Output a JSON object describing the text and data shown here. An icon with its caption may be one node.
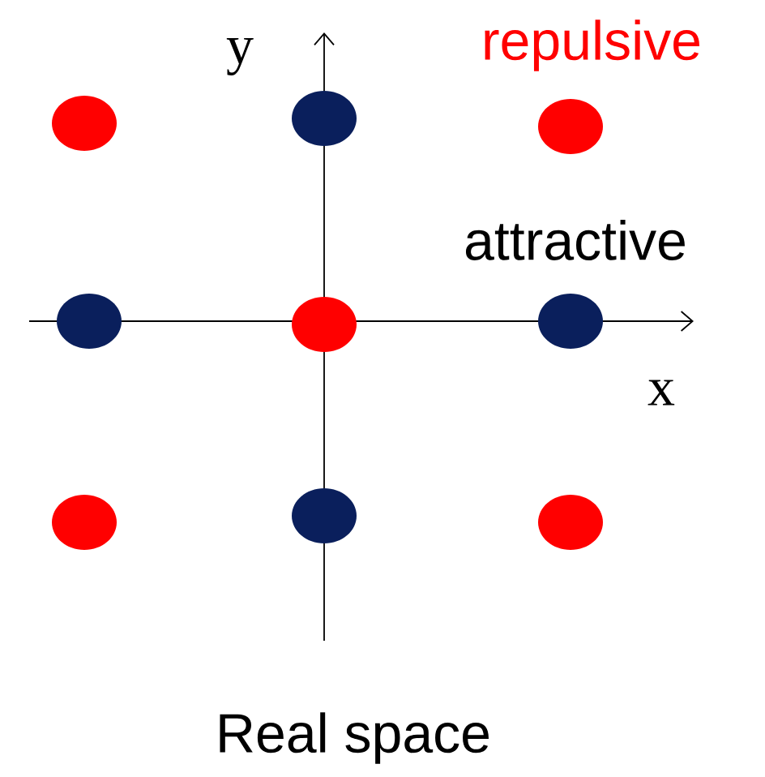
{
  "diagram": {
    "caption": "Real space",
    "nodes": [
      {
        "text": [],
        "shape": "circle"
      },
      {
        "text": [],
        "shape": "circle"
      },
      {
        "text": [],
        "shape": "circle"
      },
      {
        "text": [],
        "shape": "circle"
      },
      {
        "text": [],
        "shape": "circle"
      },
      {
        "text": [],
        "shape": "circle"
      },
      {
        "text": [],
        "shape": "circle"
      },
      {
        "text": [],
        "shape": "circle"
      },
      {
        "text": [],
        "shape": "circle"
      }
    ],
    "labels": [
      "y",
      "repulsive",
      "attractive",
      "x"
    ]
  }
}
